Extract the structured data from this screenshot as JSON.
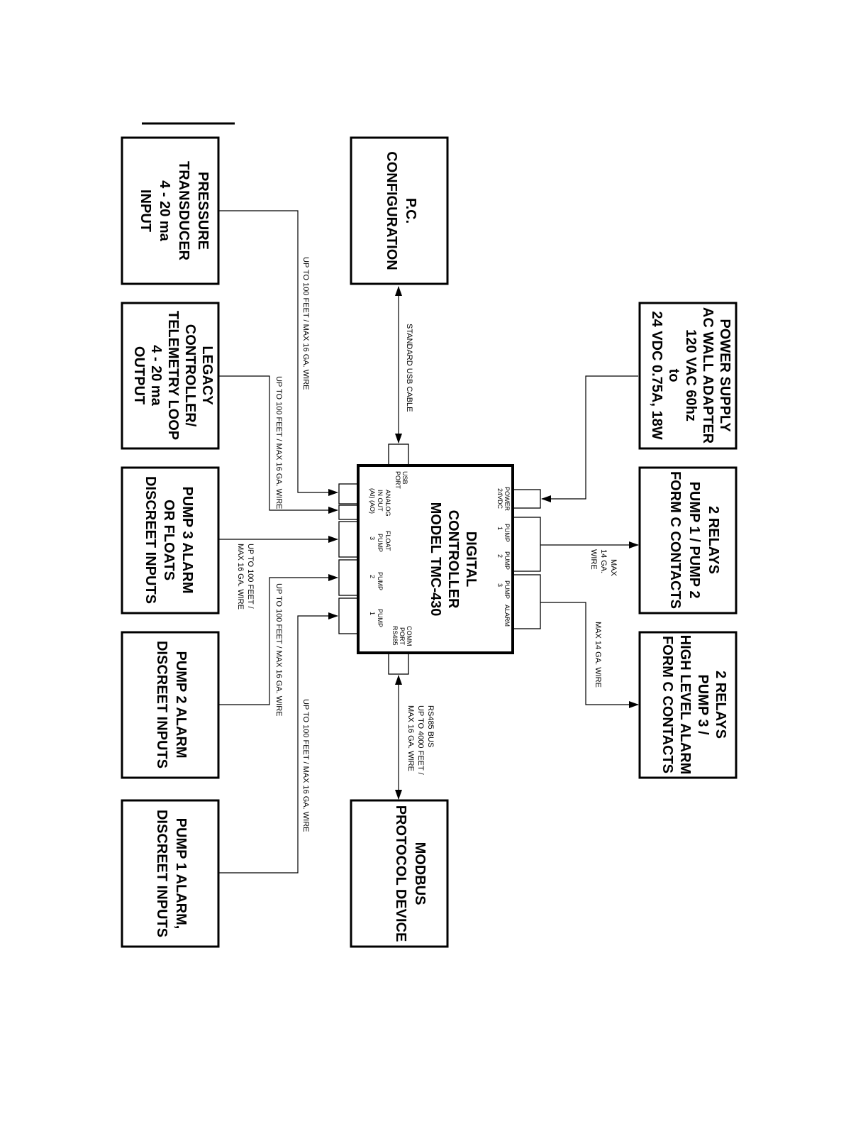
{
  "boxes": {
    "pressure": [
      "PRESSURE",
      "TRANSDUCER",
      "4 - 20 ma",
      "INPUT"
    ],
    "pc": [
      "P.C.",
      "CONFIGURATION"
    ],
    "legacy": [
      "LEGACY",
      "CONTROLLER/",
      "TELEMETRY LOOP",
      "4 - 20 ma",
      "OUTPUT"
    ],
    "pump3": [
      "PUMP 3 ALARM",
      "OR FLOATS",
      "DISCREET  INPUTS"
    ],
    "pump2": [
      "PUMP 2 ALARM",
      "DISCREET  INPUTS"
    ],
    "pump1": [
      "PUMP 1 ALARM,",
      "DISCREET  INPUTS"
    ],
    "modbus": [
      "MODBUS",
      "PROTOCOL DEVICE"
    ],
    "power": [
      "POWER SUPPLY",
      "AC WALL ADAPTER",
      "120 VAC 60hz",
      "to",
      "24 VDC 0.75A, 18W"
    ],
    "relays12": [
      "2 RELAYS",
      "PUMP 1 / PUMP 2",
      "FORM C CONTACTS"
    ],
    "relays3": [
      "2 RELAYS",
      "PUMP 3 /",
      "HIGH LEVEL ALARM",
      "FORM C CONTACTS"
    ]
  },
  "controller": {
    "title": [
      "DIGITAL",
      "CONTROLLER",
      "MODEL TMC-430"
    ],
    "ports": {
      "usb": [
        "USB",
        "PORT"
      ],
      "analog": [
        "ANALOG",
        "IN    OUT",
        "(AI)   (AO)"
      ],
      "float": [
        "FLOAT",
        "PUMP",
        "3"
      ],
      "pump2": [
        "PUMP",
        "2"
      ],
      "pump1": [
        "PUMP",
        "1"
      ],
      "comm": [
        "COMM",
        "PORT",
        "RS485"
      ],
      "power": [
        "POWER",
        "24VDC"
      ],
      "relay1": [
        "PUMP",
        "1"
      ],
      "relay2": [
        "PUMP",
        "2"
      ],
      "relay3": [
        "PUMP",
        "3"
      ],
      "alarm": [
        "ALARM"
      ]
    }
  },
  "wires": {
    "pressure": "UP TO 100 FEET / MAX 16 GA. WIRE",
    "legacy": "UP TO 100 FEET / MAX 16 GA. WIRE",
    "pump3": [
      "UP TO 100 FEET /",
      "MAX 16 GA. WIRE"
    ],
    "pump2": "UP TO 100 FEET / MAX 16 GA. WIRE",
    "pump1": "UP TO 100 FEET / MAX 16 GA. WIRE",
    "usb": "STANDARD USB CABLE",
    "modbus": [
      "RS485 BUS",
      "UP TO 4000 FEET /",
      "MAX 16 GA. WIRE"
    ],
    "relays12": [
      "MAX",
      "14 GA.",
      "WIRE"
    ],
    "relays3": "MAX 14 GA. WIRE"
  }
}
